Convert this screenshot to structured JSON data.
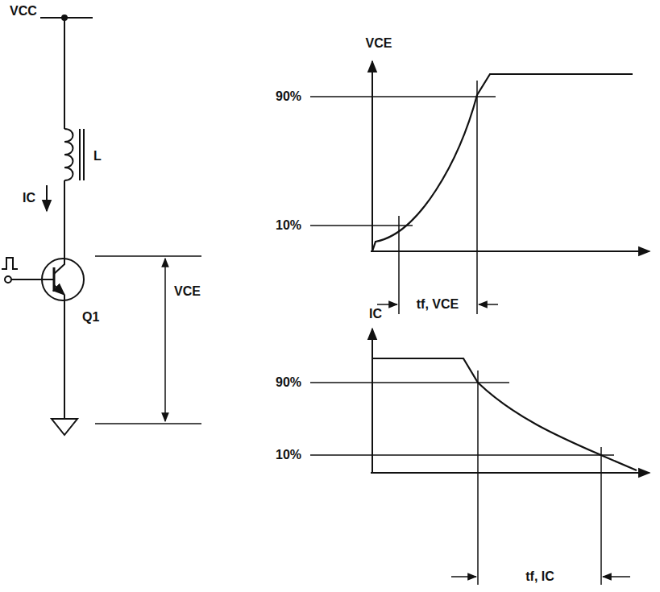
{
  "diagram": {
    "labels": [
      "VCC",
      "L",
      "IC",
      "VCE",
      "Q1",
      "VCE",
      "90%",
      "10%",
      "tf, VCE",
      "IC",
      "90%",
      "10%",
      "tf, IC"
    ]
  }
}
